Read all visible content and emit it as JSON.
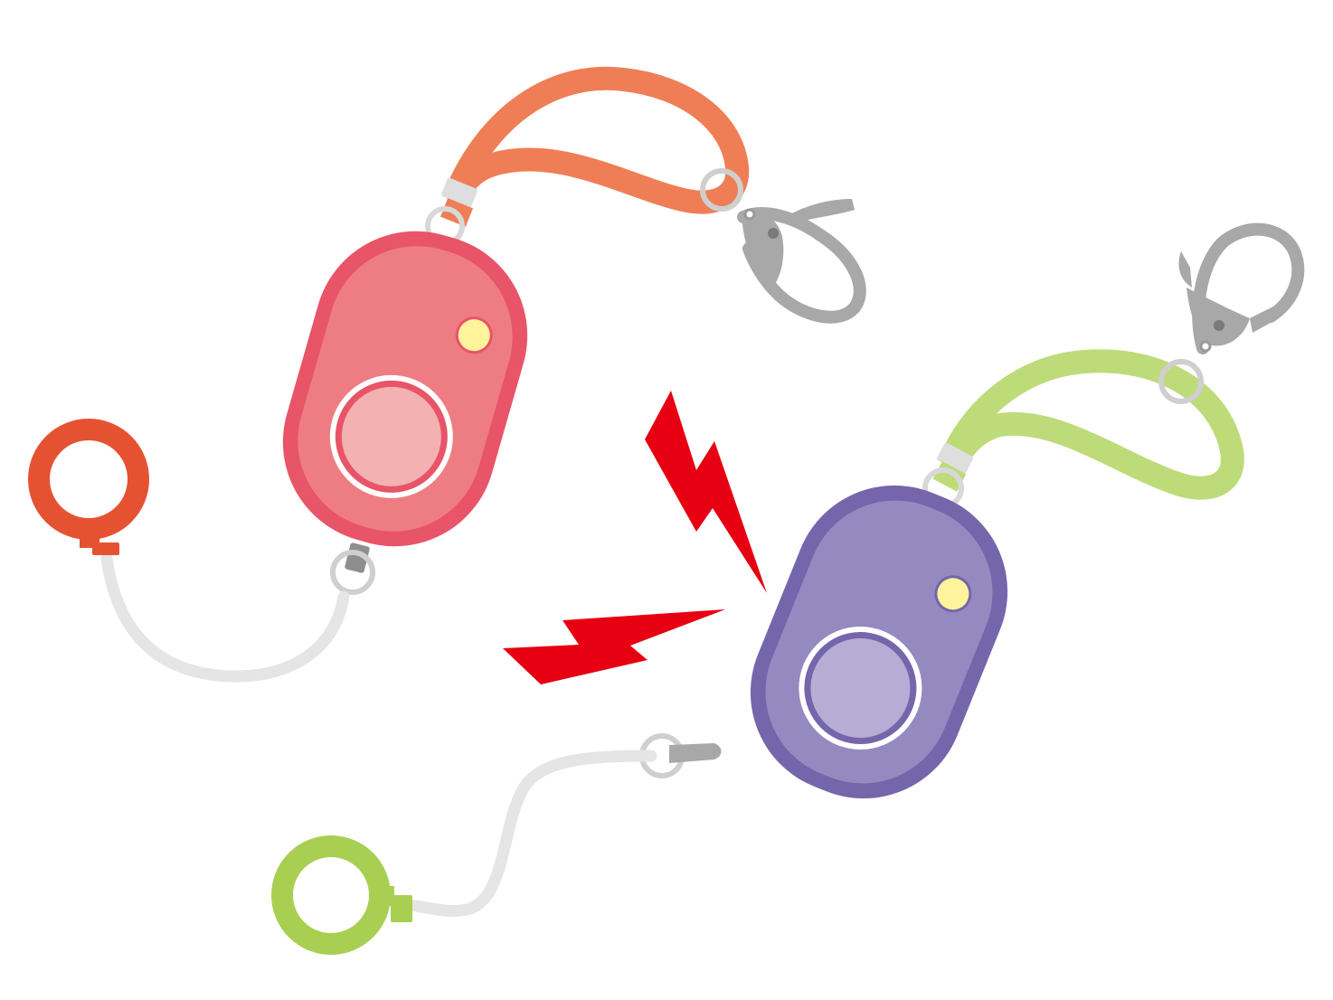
{
  "illustration": {
    "subject": "personal-safety-alarms",
    "objects": [
      {
        "name": "pink-alarm",
        "body": "#e85468",
        "face": "#ee7d83",
        "button": "#f3b1b2",
        "led": "#fff49b",
        "strap": "#ef7e56",
        "pin_ring": "#e55232",
        "cord": "#e5e5e5"
      },
      {
        "name": "purple-alarm",
        "body": "#7566ab",
        "face": "#958ac0",
        "button": "#b5add4",
        "led": "#fff49b",
        "strap": "#bedb7a",
        "pin_ring": "#a9cf52",
        "cord": "#e5e5e5"
      }
    ],
    "bolt_color": "#e60012",
    "metal_color": "#a8a8a8",
    "icons": [
      "lightning-bolt-icon",
      "lightning-bolt-icon",
      "carabiner-clip-icon",
      "carabiner-clip-icon",
      "pull-pin-ring-icon",
      "pull-pin-ring-icon"
    ]
  }
}
